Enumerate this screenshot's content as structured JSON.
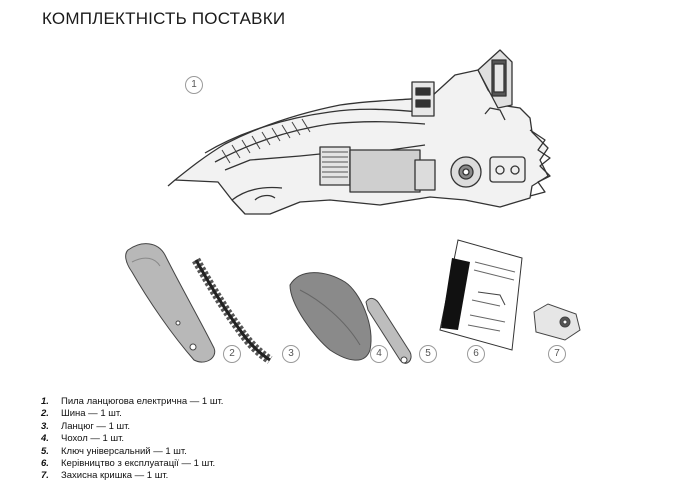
{
  "title": "КОМПЛЕКТНІСТЬ ПОСТАВКИ",
  "callouts": [
    "1",
    "2",
    "3",
    "4",
    "5",
    "6",
    "7"
  ],
  "items": [
    {
      "num": "1.",
      "text": "Пила ланцюгова електрична — 1 шт."
    },
    {
      "num": "2.",
      "text": "Шина — 1 шт."
    },
    {
      "num": "3.",
      "text": "Ланцюг — 1 шт."
    },
    {
      "num": "4.",
      "text": "Чохол — 1 шт."
    },
    {
      "num": "5.",
      "text": "Ключ універсальний — 1 шт."
    },
    {
      "num": "6.",
      "text": "Керівництво з експлуатації — 1 шт."
    },
    {
      "num": "7.",
      "text": "Захисна кришка — 1 шт."
    }
  ]
}
